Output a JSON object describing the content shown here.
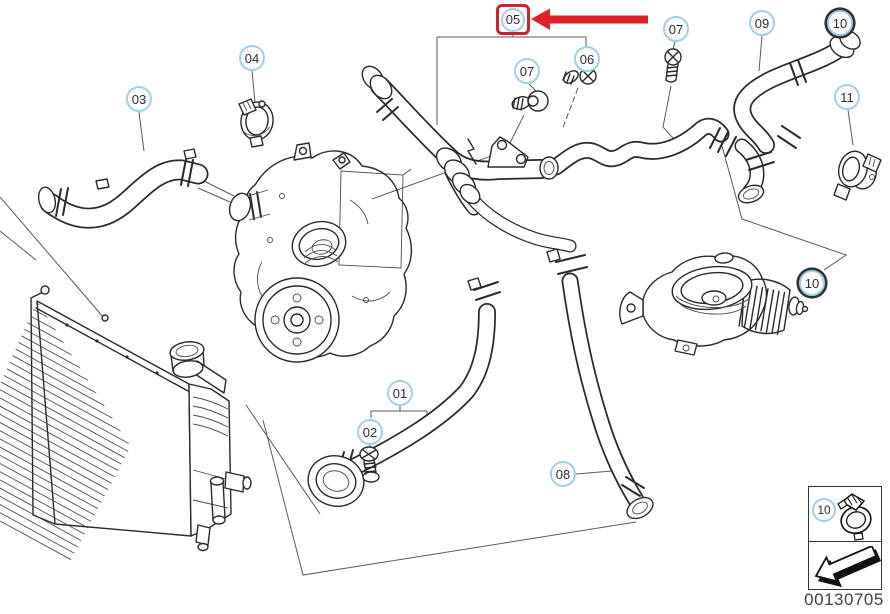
{
  "diagram": {
    "background": "#ffffff",
    "line_color": "#2a2a2a",
    "callout_accent": "#9fd0e8",
    "highlight_red": "#ce2130"
  },
  "callouts": [
    {
      "label": "03"
    },
    {
      "label": "04"
    },
    {
      "label": "05"
    },
    {
      "label": "07"
    },
    {
      "label": "06"
    },
    {
      "label": "07"
    },
    {
      "label": "09"
    },
    {
      "label": "10"
    },
    {
      "label": "11"
    },
    {
      "label": "10"
    },
    {
      "label": "01"
    },
    {
      "label": "02"
    },
    {
      "label": "08"
    }
  ],
  "legend": {
    "clamp_label": "10",
    "icons": [
      "hose-clamp-icon",
      "direction-arrow-icon"
    ]
  },
  "annotation": {
    "highlighted_callout": "05",
    "arrow_icon": "highlight-arrow-icon"
  },
  "part_number": "00130705"
}
